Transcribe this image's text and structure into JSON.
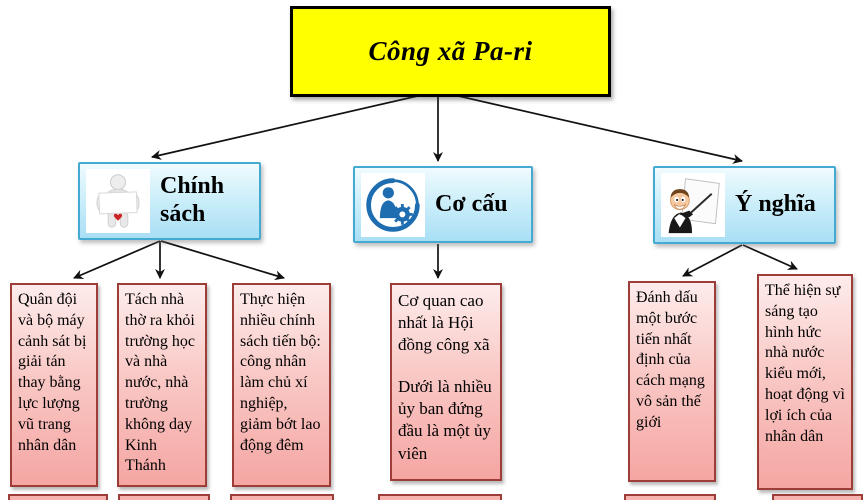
{
  "title": {
    "label": "Công xã Pa-ri"
  },
  "colors": {
    "title_fill": "#ffff00",
    "title_border": "#000000",
    "branch_fill_top": "#f0fbfe",
    "branch_fill_bottom": "#a9dff5",
    "branch_border": "#45aad2",
    "detail_fill_top": "#fdeceb",
    "detail_fill_bottom": "#f5a6a3",
    "detail_border": "#9c3d38",
    "arrow": "#111111"
  },
  "branches": [
    {
      "label": "Chính sách",
      "icon": "figure-holding-sign-icon"
    },
    {
      "label": "Cơ cấu",
      "icon": "person-gear-emblem-icon"
    },
    {
      "label": "Ý nghĩa",
      "icon": "presenter-pointing-board-icon"
    }
  ],
  "details": [
    {
      "text": "Quân đội và bộ máy cảnh sát bị giải tán thay bằng lực lượng vũ trang nhân dân"
    },
    {
      "text": "Tách nhà thờ ra khỏi trường học và nhà nước, nhà trường không dạy Kinh Thánh"
    },
    {
      "text": "Thực hiện nhiều chính sách tiến bộ: công nhân làm chủ xí nghiệp, giảm bớt lao động đêm"
    },
    {
      "paragraphs": [
        "Cơ quan cao nhất là Hội đồng công xã",
        "Dưới là nhiều ủy ban đứng đầu là một ủy viên"
      ]
    },
    {
      "text": "Đánh dấu một bước tiến nhất định của cách mạng vô sản thế giới"
    },
    {
      "text": "Thể hiện sự sáng tạo hình hức nhà nước kiểu mới, hoạt động vì lợi ích của nhân dân"
    }
  ]
}
